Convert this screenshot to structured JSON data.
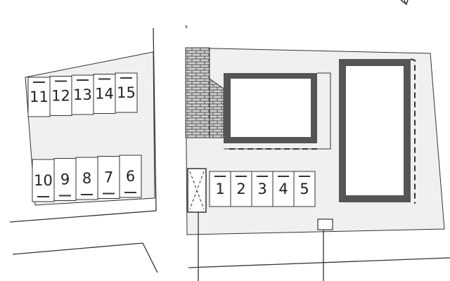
{
  "map": {
    "left_lot_top_row": [
      "11",
      "12",
      "13",
      "14",
      "15"
    ],
    "left_lot_bottom_row": [
      "10",
      "9",
      "8",
      "7",
      "6"
    ],
    "right_lot_row": [
      "1",
      "2",
      "3",
      "4",
      "5"
    ]
  },
  "colors": {
    "land_fill": "#f0f0f0",
    "line": "#333333",
    "building_border": "#555555",
    "brick": "#cfcfcf"
  },
  "icons": {
    "north_arrow": "arrow-icon",
    "brick_area": "brick-pattern",
    "bike_shelter": "cross-box-icon"
  }
}
